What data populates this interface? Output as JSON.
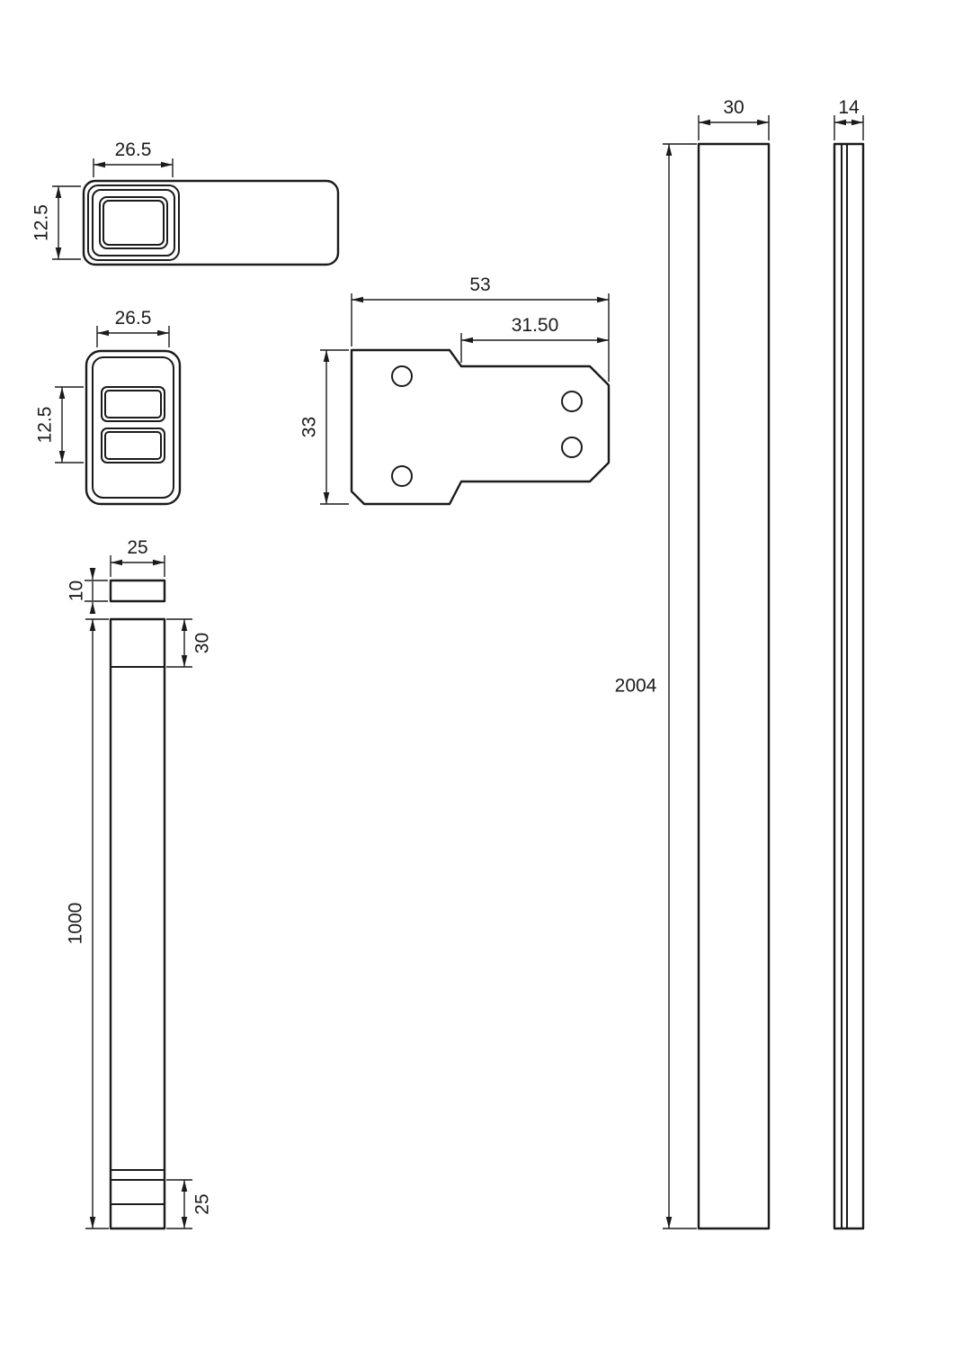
{
  "drawing": {
    "background_color": "#ffffff",
    "line_color": "#1b1b1b",
    "type": "technical-dimension-drawing"
  },
  "labels": {
    "cap_side_width": "26.5",
    "cap_side_height": "12.5",
    "cap_front_width": "26.5",
    "cap_front_height": "12.5",
    "bracket_overall_width": "53",
    "bracket_arm_width": "31.50",
    "bracket_height": "33",
    "spacer_width": "25",
    "spacer_height": "10",
    "post_top_section": "30",
    "post_length": "1000",
    "post_bottom_section": "25",
    "bar_width": "30",
    "bar_length": "2004",
    "strip_width": "14"
  }
}
